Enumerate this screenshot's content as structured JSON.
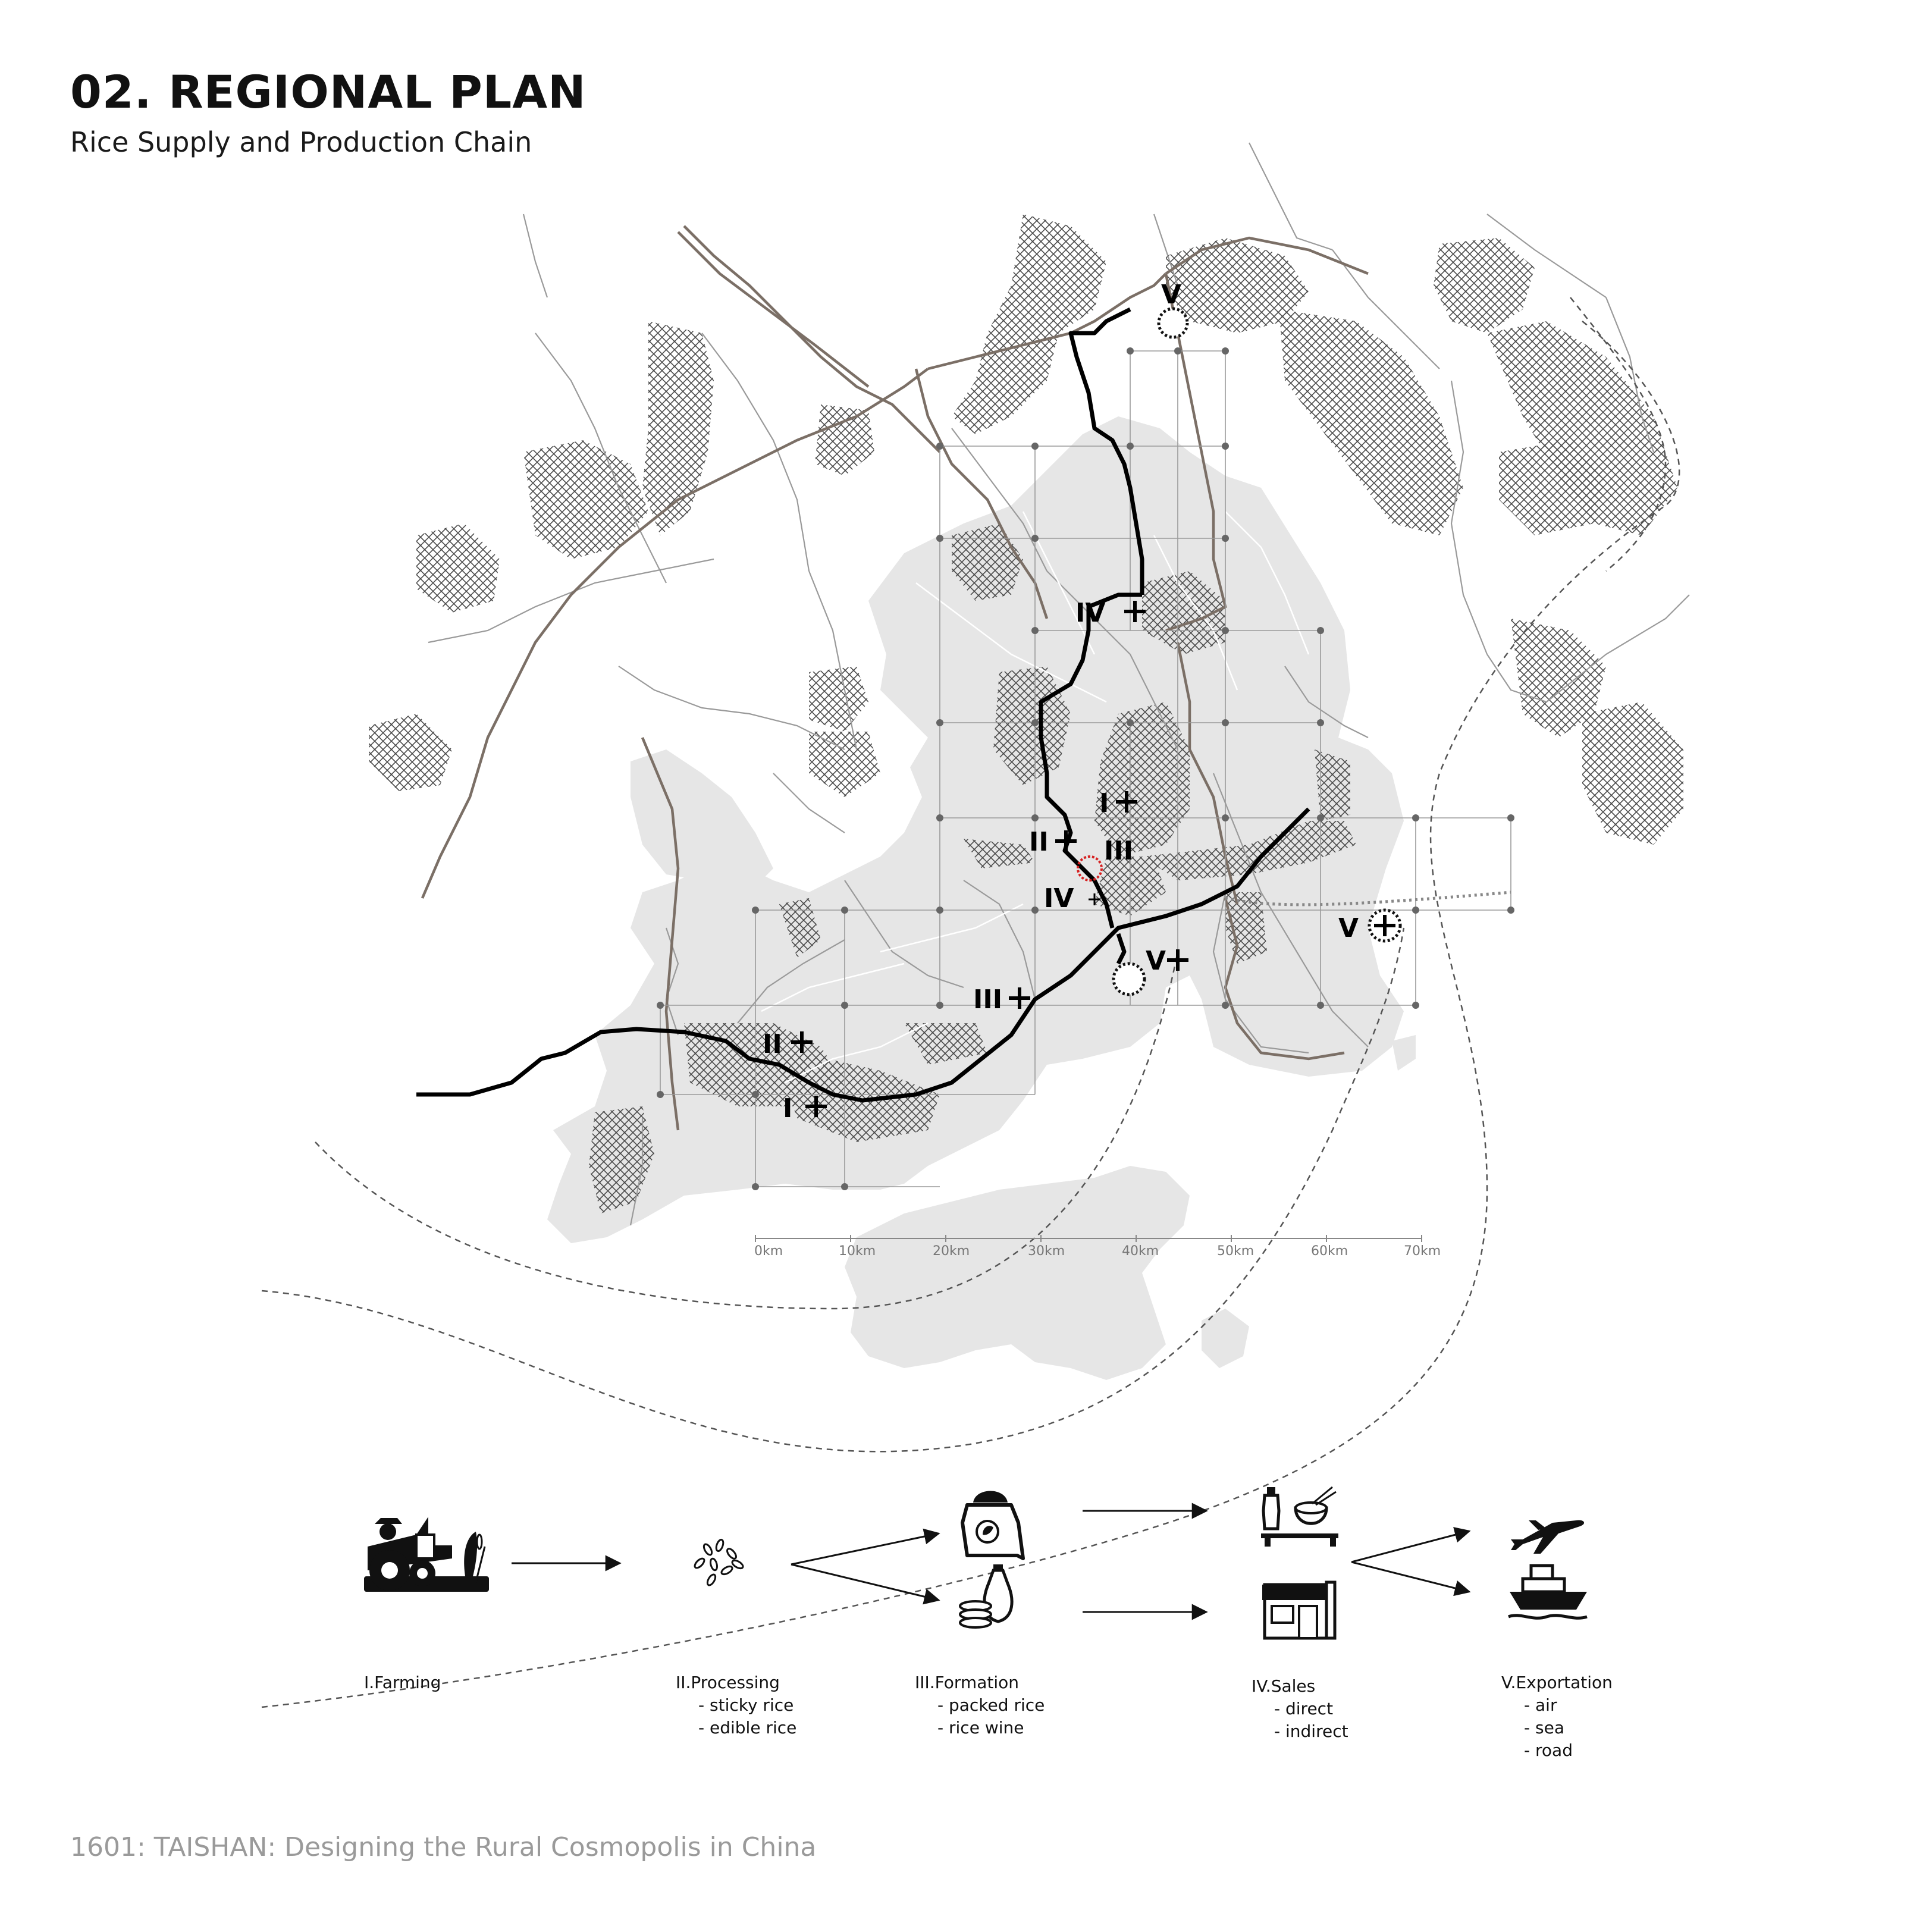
{
  "header": {
    "title": "02. REGIONAL PLAN",
    "subtitle": "Rice Supply and Production Chain"
  },
  "footer": "1601: TAISHAN: Designing the Rural Cosmopolis in China",
  "scale_bar": {
    "ticks": [
      "0km",
      "10km",
      "20km",
      "30km",
      "40km",
      "50km",
      "60km",
      "70km"
    ]
  },
  "map_markers": {
    "v_north": "V",
    "iv_north": "IV",
    "i_center": "I",
    "ii_center": "II",
    "iii_center": "III",
    "iv_center": "IV",
    "v_south": "V",
    "v_east": "V",
    "iii_south": "III",
    "ii_west": "II",
    "i_west": "I"
  },
  "chain": {
    "farming": {
      "title": "I.Farming",
      "icon": "tractor-icon"
    },
    "processing": {
      "title": "II.Processing",
      "items": [
        "- sticky rice",
        "- edible rice"
      ],
      "icon": "rice-grains-icon"
    },
    "formation": {
      "title": "III.Formation",
      "items": [
        "- packed rice",
        "- rice wine"
      ],
      "icons": [
        "rice-bag-icon",
        "rice-wine-icon"
      ]
    },
    "sales": {
      "title": "IV.Sales",
      "items": [
        "- direct",
        "- indirect"
      ],
      "icons": [
        "meal-icon",
        "shop-icon"
      ]
    },
    "exportation": {
      "title": "V.Exportation",
      "items": [
        "- air",
        "- sea",
        "- road"
      ],
      "icons": [
        "airplane-icon",
        "ship-icon"
      ]
    }
  },
  "colors": {
    "land": "#e6e6e6",
    "hatch": "#4a4a4a",
    "road_main": "#7b6f66",
    "road_minor": "#9a9a9a",
    "route": "#000000",
    "highlight": "#d62020",
    "grid": "#9a9a9a"
  }
}
